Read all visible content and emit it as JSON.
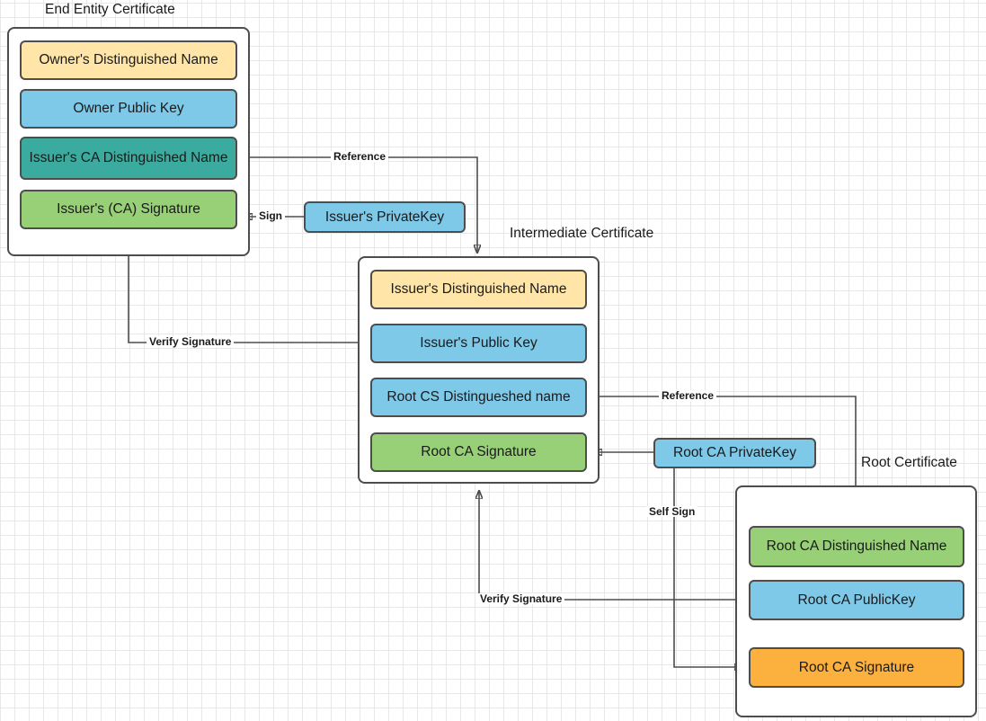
{
  "diagram": {
    "title_hidden": "",
    "groups": [
      {
        "id": "end-entity",
        "label": "End Entity Certificate",
        "rows": [
          {
            "label": "Owner's Distinguished Name",
            "color": "#ffe6a8"
          },
          {
            "label": "Owner Public  Key",
            "color": "#7ec8e8"
          },
          {
            "label": "Issuer's CA Distinguished Name",
            "color": "#3cab9f"
          },
          {
            "label": "Issuer's (CA) Signature",
            "color": "#97d077"
          }
        ]
      },
      {
        "id": "intermediate",
        "label": "Intermediate Certificate",
        "rows": [
          {
            "label": "Issuer's Distinguished Name",
            "color": "#ffe6a8"
          },
          {
            "label": "Issuer's Public  Key",
            "color": "#7ec8e8"
          },
          {
            "label": "Root CS Distingueshed name",
            "color": "#7ec8e8"
          },
          {
            "label": "Root CA Signature",
            "color": "#97d077"
          }
        ]
      },
      {
        "id": "root",
        "label": "Root Certificate",
        "rows": [
          {
            "label": "Root CA Distinguished Name",
            "color": "#97d077"
          },
          {
            "label": "Root CA PublicKey",
            "color": "#7ec8e8"
          },
          {
            "label": "Root CA Signature",
            "color": "#fcb13e"
          }
        ]
      }
    ],
    "keys": [
      {
        "id": "issuer-privatekey",
        "label": "Issuer's PrivateKey",
        "color": "#7ec8e8"
      },
      {
        "id": "rootca-privatekey",
        "label": "Root CA PrivateKey",
        "color": "#7ec8e8"
      }
    ],
    "edge_labels": {
      "reference_top": "Reference",
      "sign": "Sign",
      "verify_top": "Verify Signature",
      "reference_bottom": "Reference",
      "self_sign": "Self Sign",
      "verify_bottom": "Verify Signature"
    },
    "colors": {
      "yellow": "#ffe6a8",
      "blue": "#7ec8e8",
      "teal": "#3cab9f",
      "green": "#97d077",
      "orange": "#fcb13e",
      "stroke": "#4d4d4d",
      "grid_minor": "#e8e8e8",
      "grid_major": "#d5d5d5",
      "background": "#ffffff"
    }
  }
}
